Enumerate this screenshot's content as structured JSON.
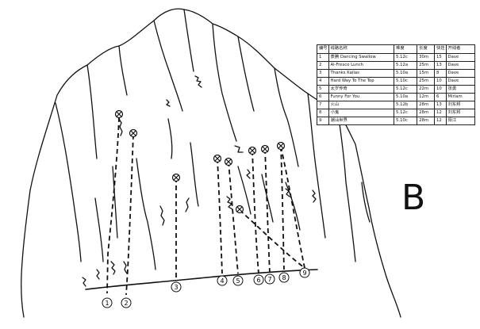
{
  "panel_label": "B",
  "table": {
    "headers": [
      "编号",
      "线路名称",
      "难度",
      "长度",
      "快挂",
      "开线者"
    ],
    "rows": [
      {
        "no": "1",
        "name": "蒸腾 Dancing Swallow",
        "grade": "5.12c",
        "length": "30m",
        "bolts": "15",
        "first_ascent": "Dave"
      },
      {
        "no": "2",
        "name": "Al-Fresco Lunch",
        "grade": "5.12a",
        "length": "25m",
        "bolts": "13",
        "first_ascent": "Dave"
      },
      {
        "no": "3",
        "name": "Thanks Kailas",
        "grade": "5.10a",
        "length": "15m",
        "bolts": "8",
        "first_ascent": "Dave"
      },
      {
        "no": "4",
        "name": "Hard Way To The Top",
        "grade": "5.10c",
        "length": "25m",
        "bolts": "10",
        "first_ascent": "Dave"
      },
      {
        "no": "5",
        "name": "太岁传奇",
        "grade": "5.12c",
        "length": "22m",
        "bolts": "10",
        "first_ascent": "张勇"
      },
      {
        "no": "6",
        "name": "Funny For You",
        "grade": "5.10a",
        "length": "12m",
        "bolts": "6",
        "first_ascent": "Miriam"
      },
      {
        "no": "7",
        "name": "火山",
        "grade": "5.12b",
        "length": "28m",
        "bolts": "13",
        "first_ascent": "刘东邦"
      },
      {
        "no": "8",
        "name": "小鬼",
        "grade": "5.12c",
        "length": "28m",
        "bolts": "12",
        "first_ascent": "刘东邦"
      },
      {
        "no": "9",
        "name": "潮汕世界",
        "grade": "5.10c",
        "length": "28m",
        "bolts": "12",
        "first_ascent": "阳江"
      }
    ]
  },
  "routes": [
    {
      "label": "1"
    },
    {
      "label": "2"
    },
    {
      "label": "3"
    },
    {
      "label": "4"
    },
    {
      "label": "5"
    },
    {
      "label": "6"
    },
    {
      "label": "7"
    },
    {
      "label": "8"
    },
    {
      "label": "9"
    }
  ]
}
